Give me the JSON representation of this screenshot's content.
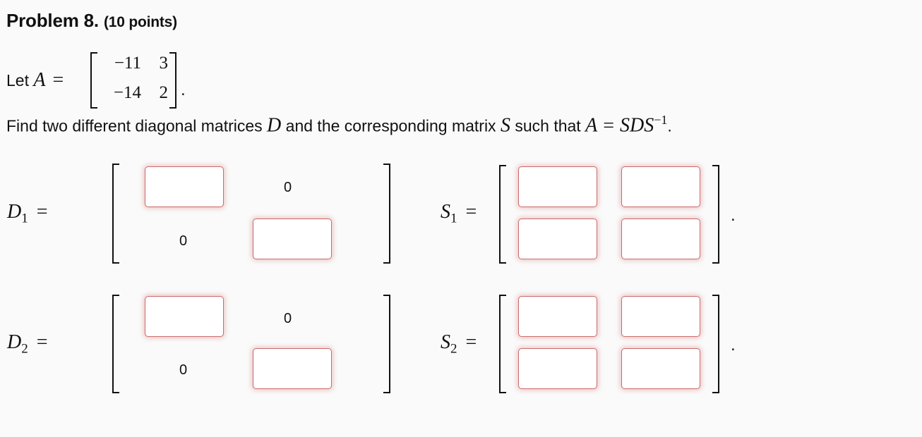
{
  "title": {
    "main": "Problem 8.",
    "points": "(10 points)"
  },
  "let_line": {
    "text": "Let ",
    "var": "A",
    "eq": "="
  },
  "matrix_A": {
    "r1c1": "−11",
    "r1c2": "3",
    "r2c1": "−14",
    "r2c2": "2",
    "end": "."
  },
  "find_line": {
    "t1": "Find two different diagonal matrices ",
    "D": "D",
    "t2": " and the corresponding matrix ",
    "S": "S",
    "t3": " such that ",
    "A": "A",
    "eq": "=",
    "SDS": "SDS",
    "exp": "−1",
    "end": "."
  },
  "d1": {
    "label": "D",
    "sub": "1",
    "eq": "=",
    "zero_a": "0",
    "zero_b": "0"
  },
  "s1": {
    "label": "S",
    "sub": "1",
    "eq": "=",
    "end": "."
  },
  "d2": {
    "label": "D",
    "sub": "2",
    "eq": "=",
    "zero_a": "0",
    "zero_b": "0"
  },
  "s2": {
    "label": "S",
    "sub": "2",
    "eq": "=",
    "end": "."
  }
}
